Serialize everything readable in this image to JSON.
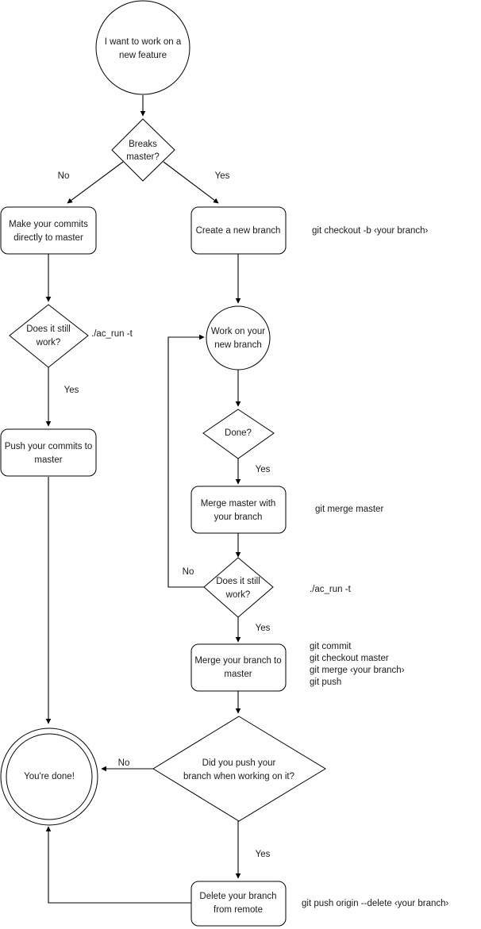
{
  "diagram": {
    "title": "Git feature branch workflow flowchart",
    "type": "flowchart",
    "colors": {
      "background": "#ffffff",
      "stroke": "#000000",
      "text": "#1a1a1a"
    },
    "nodes": {
      "start": {
        "shape": "circle",
        "lines": [
          "I want to work on a",
          "new feature"
        ]
      },
      "breaks_master": {
        "shape": "diamond",
        "lines": [
          "Breaks",
          "master?"
        ]
      },
      "make_commits": {
        "shape": "rounded-rect",
        "lines": [
          "Make your commits",
          "directly to master"
        ]
      },
      "create_branch": {
        "shape": "rounded-rect",
        "lines": [
          "Create a new branch"
        ]
      },
      "does_it_work_left": {
        "shape": "diamond",
        "lines": [
          "Does it still",
          "work?"
        ]
      },
      "push_commits": {
        "shape": "rounded-rect",
        "lines": [
          "Push your commits to",
          "master"
        ]
      },
      "work_on_branch": {
        "shape": "circle",
        "lines": [
          "Work on your",
          "new branch"
        ]
      },
      "done_q": {
        "shape": "diamond",
        "lines": [
          "Done?"
        ]
      },
      "merge_master_with": {
        "shape": "rounded-rect",
        "lines": [
          "Merge master with",
          "your branch"
        ]
      },
      "does_it_work_mid": {
        "shape": "diamond",
        "lines": [
          "Does it still",
          "work?"
        ]
      },
      "merge_branch_to_master": {
        "shape": "rounded-rect",
        "lines": [
          "Merge your branch to",
          "master"
        ]
      },
      "did_you_push": {
        "shape": "diamond",
        "lines": [
          "Did you push your",
          "branch when working on it?"
        ]
      },
      "youre_done": {
        "shape": "double-circle",
        "lines": [
          "You're done!"
        ]
      },
      "delete_branch": {
        "shape": "rounded-rect",
        "lines": [
          "Delete your branch",
          "from remote"
        ]
      }
    },
    "edge_labels": {
      "breaks_no": "No",
      "breaks_yes": "Yes",
      "left_work_yes": "Yes",
      "done_yes": "Yes",
      "mid_work_no": "No",
      "mid_work_yes": "Yes",
      "push_no": "No",
      "push_yes": "Yes"
    },
    "annotations": {
      "create_branch_cmd": "git checkout -b ‹your branch›",
      "left_test_cmd": "./ac_run -t",
      "merge_master_cmd": "git merge master",
      "mid_test_cmd": "./ac_run -t",
      "merge_to_master_cmds": [
        "git commit",
        "git checkout master",
        "git merge ‹your branch›",
        "git push"
      ],
      "delete_branch_cmd": "git push origin --delete ‹your branch›"
    }
  }
}
